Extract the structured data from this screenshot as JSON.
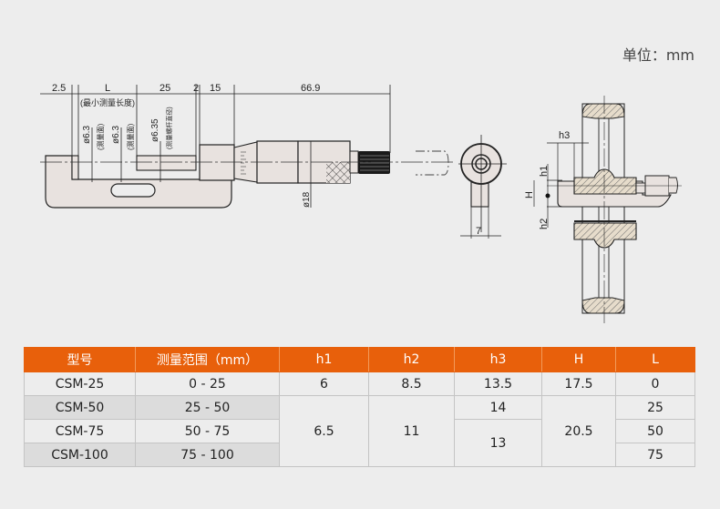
{
  "unit_label": "单位：mm",
  "drawing": {
    "dimensions_top": [
      "2.5",
      "L",
      "25",
      "2",
      "15",
      "66.9"
    ],
    "label_min_length": "(最小测量长度)",
    "label_d1": "ø6.3",
    "label_d1_note": "(测量面)",
    "label_d2": "ø6.3",
    "label_d2_note": "(测量面)",
    "label_d3": "ø6.35",
    "label_d3_note": "(测量螺杆直径)",
    "label_thimble_dia": "ø18",
    "label_side_width": "7",
    "label_h1": "h1",
    "label_h2": "h2",
    "label_h3": "h3",
    "label_H": "H"
  },
  "table": {
    "headers": [
      "型号",
      "测量范围（mm）",
      "h1",
      "h2",
      "h3",
      "H",
      "L"
    ],
    "rows": [
      {
        "model": "CSM-25",
        "range": "0 - 25",
        "h1": "6",
        "h2": "8.5",
        "h3": "13.5",
        "H": "17.5",
        "L": "0"
      },
      {
        "model": "CSM-50",
        "range": "25 - 50",
        "h1": "6.5",
        "h2": "11",
        "h3": "14",
        "H": "20.5",
        "L": "25"
      },
      {
        "model": "CSM-75",
        "range": "50 - 75",
        "h3": "13",
        "L": "50"
      },
      {
        "model": "CSM-100",
        "range": "75 - 100",
        "L": "75"
      }
    ]
  },
  "colors": {
    "header_bg": "#e8600b",
    "page_bg": "#ededed",
    "shaded_row": "#dcdcdc"
  }
}
